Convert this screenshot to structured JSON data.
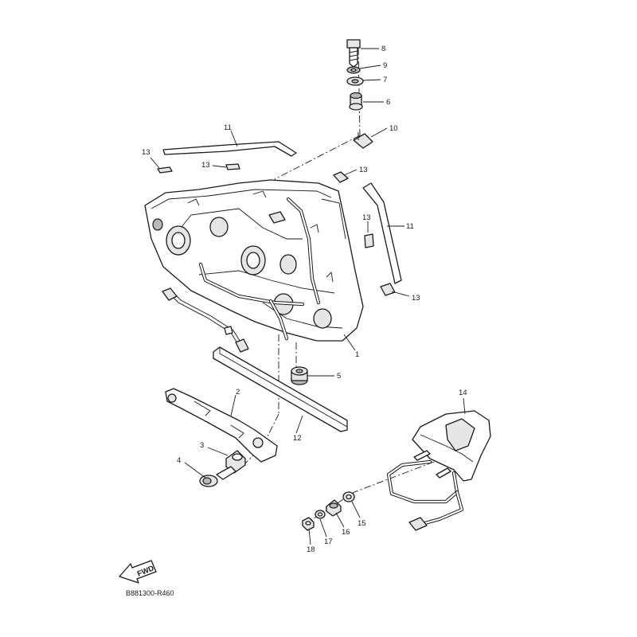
{
  "labels": {
    "l1": "1",
    "l2": "2",
    "l3": "3",
    "l4": "4",
    "l5": "5",
    "l6": "6",
    "l7": "7",
    "l8": "8",
    "l9": "9",
    "l10": "10",
    "l11a": "11",
    "l11b": "11",
    "l12": "12",
    "l13a": "13",
    "l13b": "13",
    "l13c": "13",
    "l13d": "13",
    "l13e": "13",
    "l14": "14",
    "l15": "15",
    "l16": "16",
    "l17": "17",
    "l18": "18"
  },
  "fwd_label": "FWD",
  "diagram_code": "B881300-R460"
}
